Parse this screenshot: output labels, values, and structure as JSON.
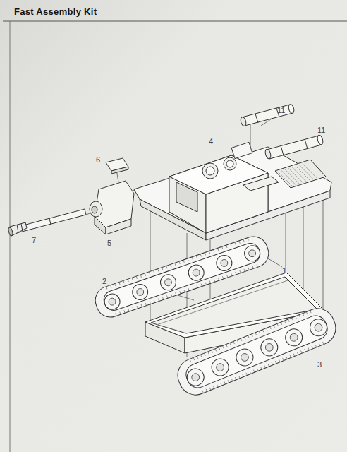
{
  "diagram": {
    "title": "Fast Assembly Kit",
    "labels": [
      "11",
      "11",
      "4",
      "6",
      "7",
      "5",
      "2",
      "1",
      "3"
    ]
  }
}
